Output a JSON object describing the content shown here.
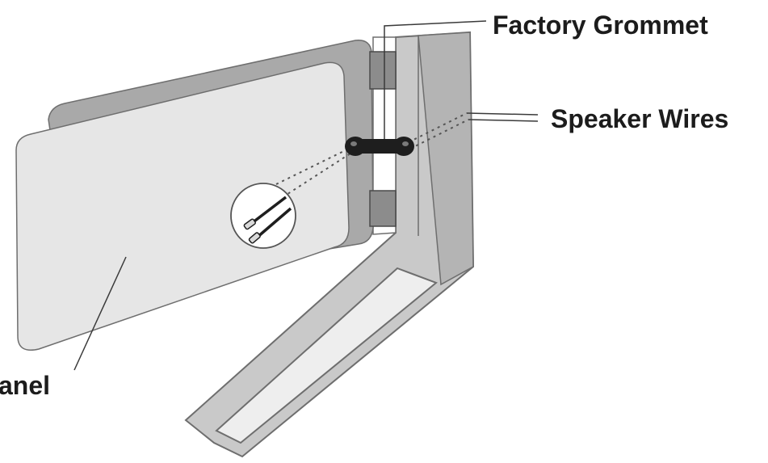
{
  "labels": {
    "factory_grommet": "Factory Grommet",
    "speaker_wires": "Speaker Wires",
    "panel": "anel"
  },
  "colors": {
    "door_panel_back": "#a9a9a9",
    "door_panel_front": "#e6e6e6",
    "door_frame_outer": "#d0d0d0",
    "door_frame_inner": "#b7b7b7",
    "frame_channel": "#ededed",
    "grommet": "#1e1e1e",
    "grommet_block": "#8c8c8c",
    "outline": "#6e6e6e",
    "text": "#1c1c1c"
  }
}
